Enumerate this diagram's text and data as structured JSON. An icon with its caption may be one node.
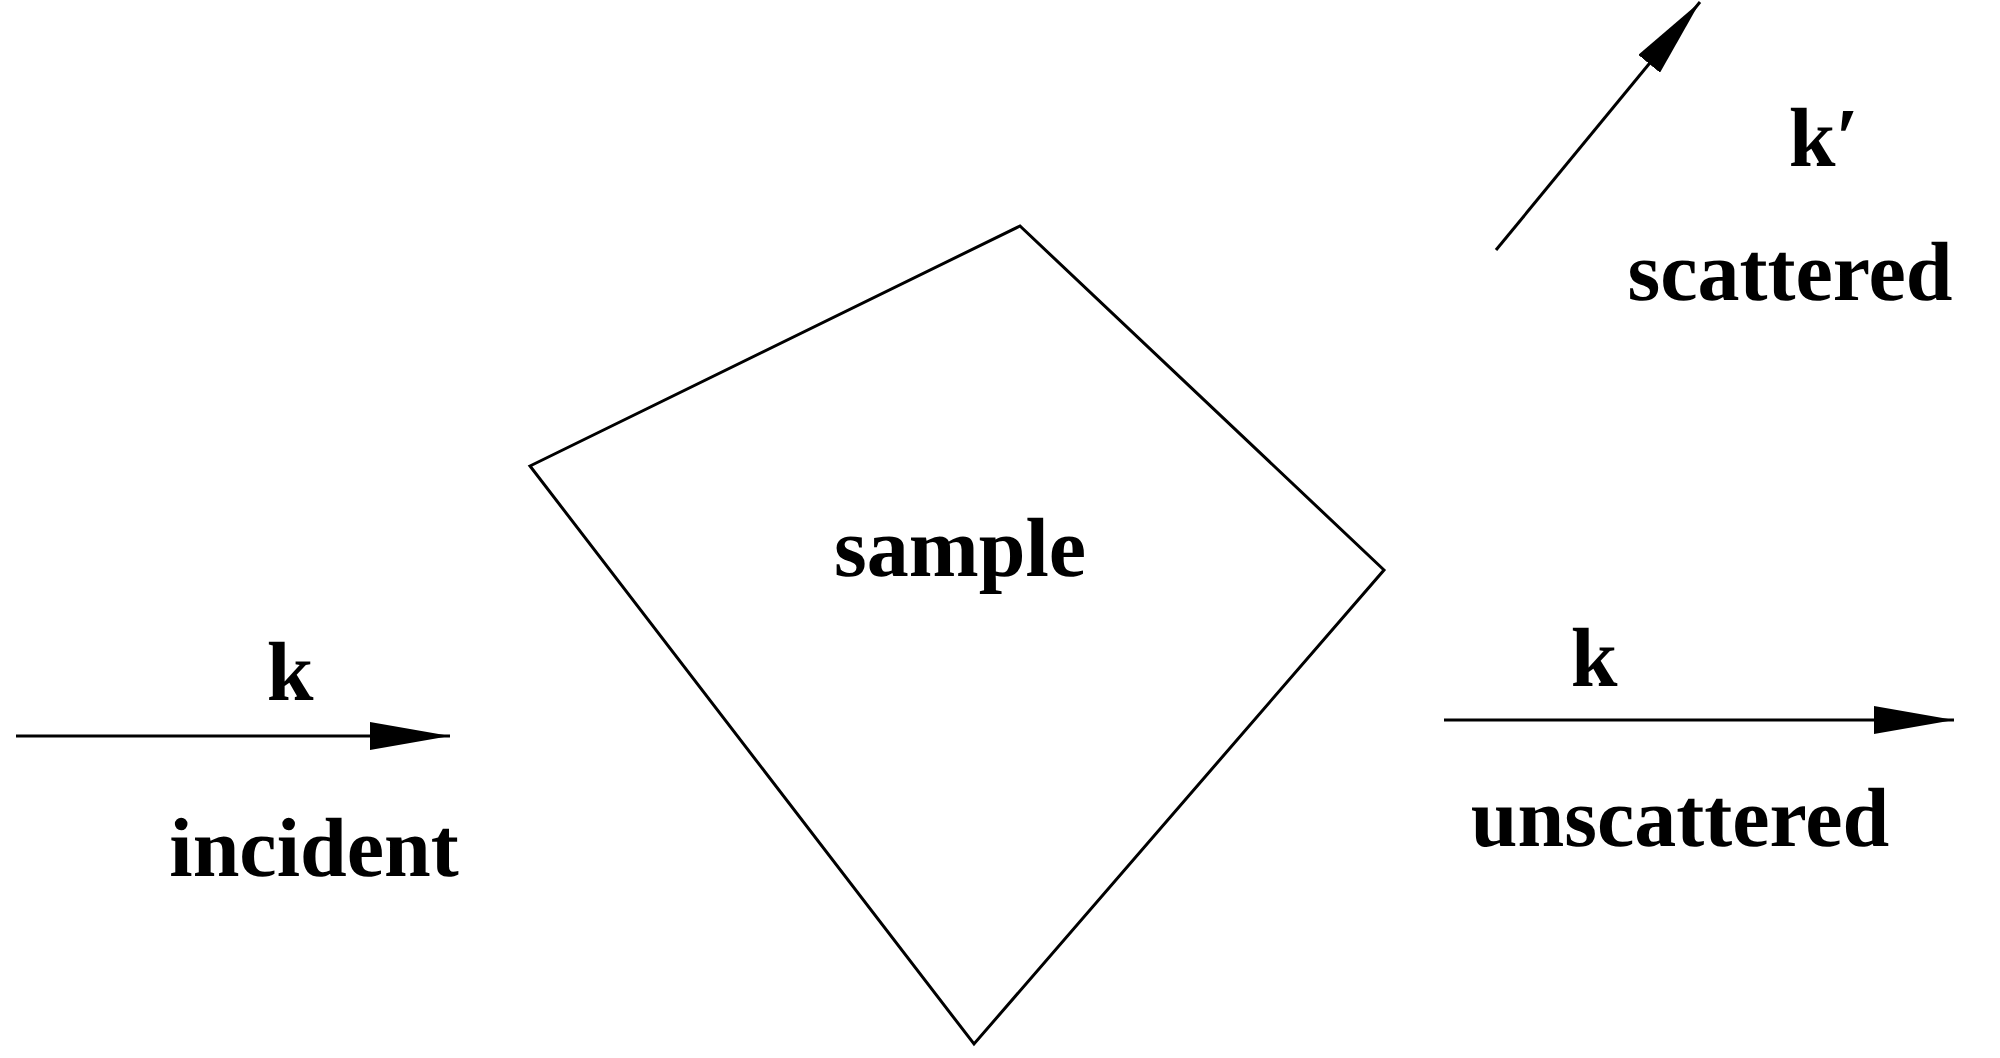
{
  "diagram": {
    "nodes": [
      {
        "text": [
          "sample"
        ]
      }
    ],
    "labels": [
      "k′",
      "scattered",
      "k",
      "incident",
      "k",
      "unscattered"
    ]
  }
}
